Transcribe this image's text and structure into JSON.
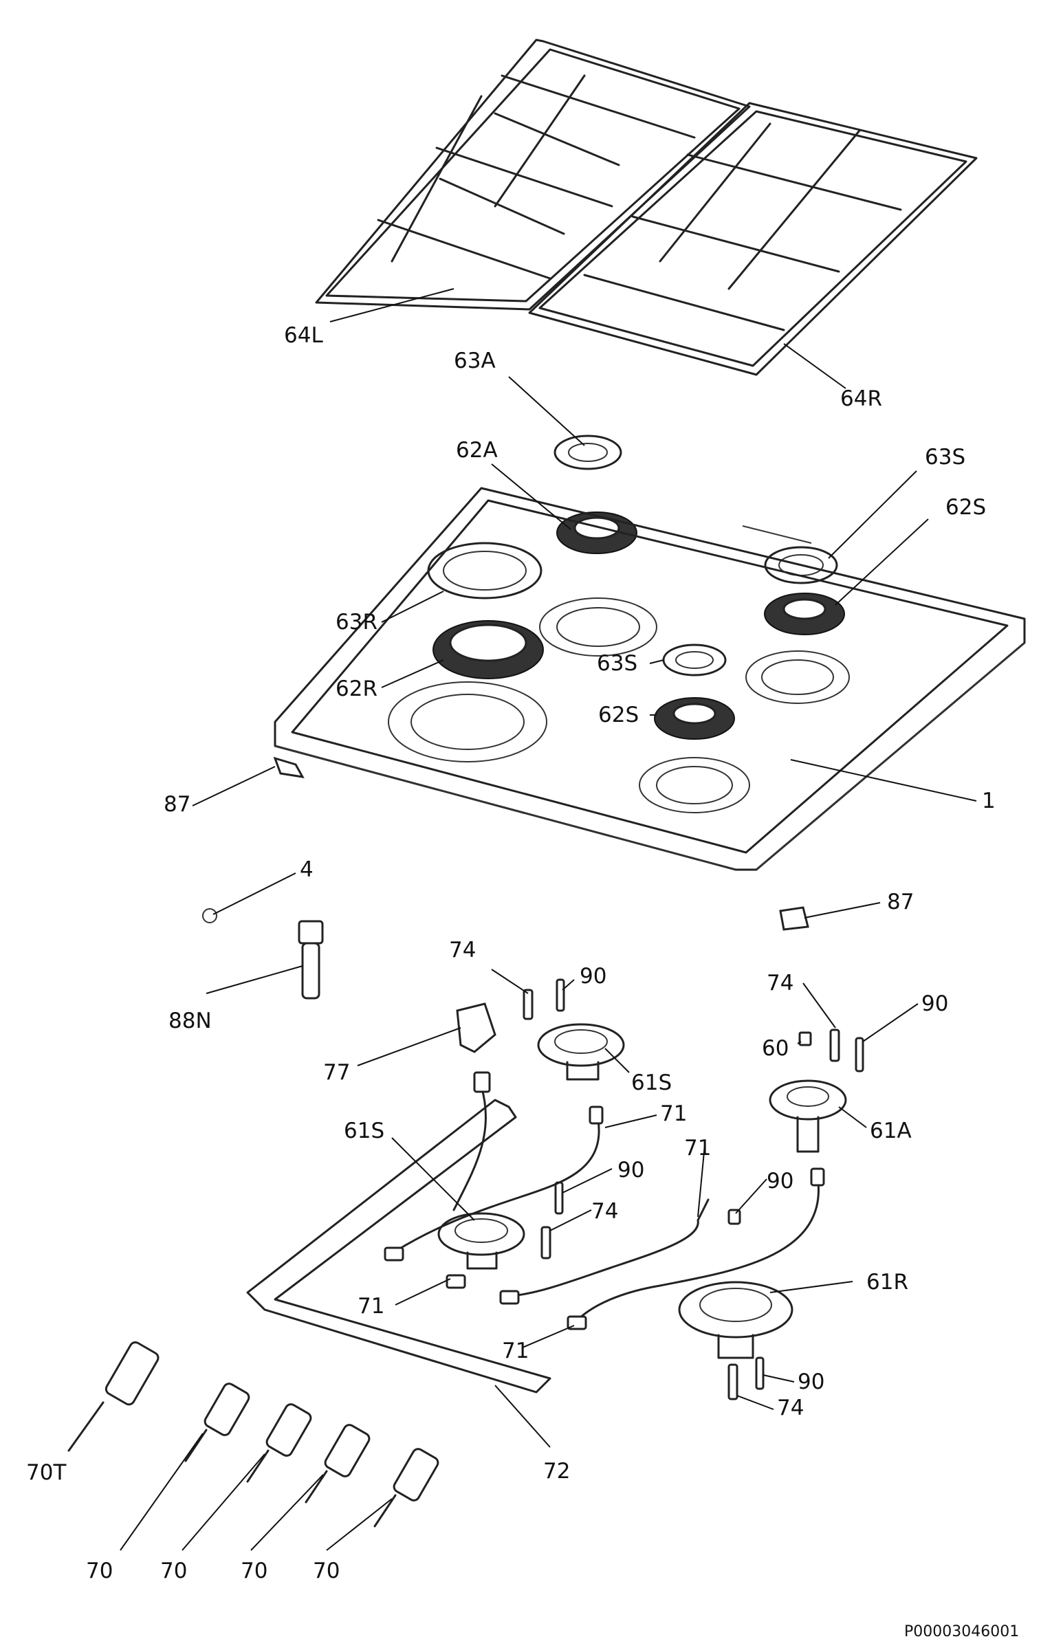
{
  "labels": {
    "l_64L": "64L",
    "l_64R": "64R",
    "l_63A": "63A",
    "l_62A": "62A",
    "l_63S_top": "63S",
    "l_62S_top": "62S",
    "l_63R": "63R",
    "l_62R": "62R",
    "l_63S_mid": "63S",
    "l_62S_mid": "62S",
    "l_1": "1",
    "l_87_left": "87",
    "l_87_right": "87",
    "l_4": "4",
    "l_88N": "88N",
    "l_74_a": "74",
    "l_90_a": "90",
    "l_77": "77",
    "l_61S_right": "61S",
    "l_74_b": "74",
    "l_60": "60",
    "l_90_b": "90",
    "l_61A": "61A",
    "l_61S_left": "61S",
    "l_71_a": "71",
    "l_71_b": "71",
    "l_90_c": "90",
    "l_90_d": "90",
    "l_74_c": "74",
    "l_71_c": "71",
    "l_61R": "61R",
    "l_71_d": "71",
    "l_90_e": "90",
    "l_74_d": "74",
    "l_70T": "70T",
    "l_72": "72",
    "l_70_a": "70",
    "l_70_b": "70",
    "l_70_c": "70",
    "l_70_d": "70"
  },
  "document_id": "P00003046001"
}
